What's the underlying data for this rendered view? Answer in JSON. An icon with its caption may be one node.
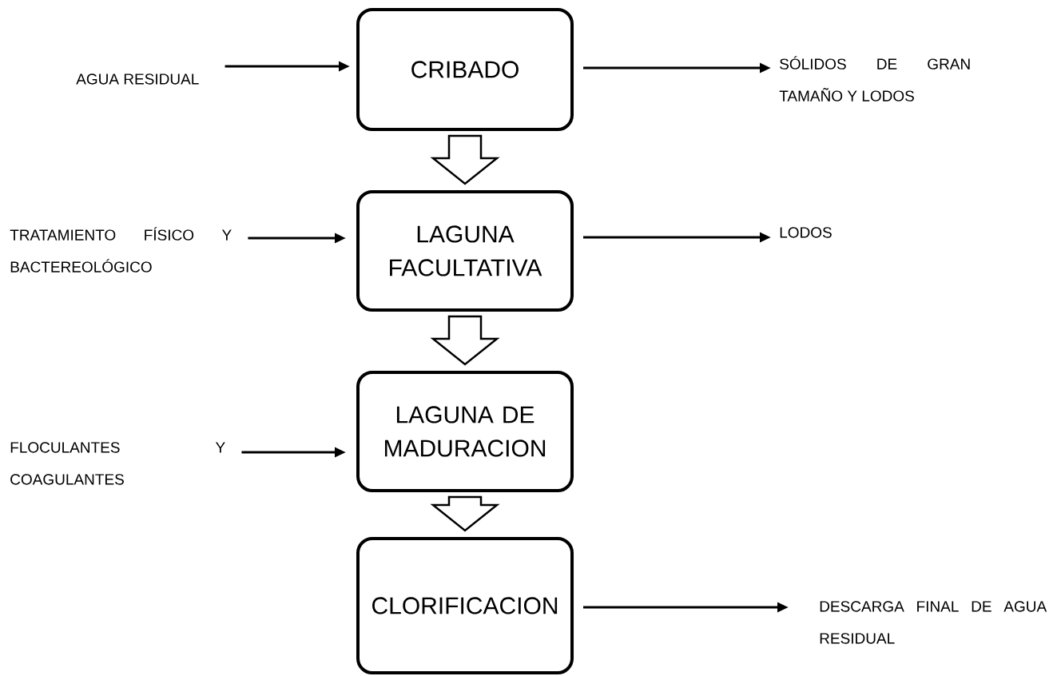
{
  "diagram": {
    "nodes": [
      {
        "text": [
          "AGUA RESIDUAL"
        ]
      },
      {
        "text": [
          "CRIBADO"
        ]
      },
      {
        "text": [
          "SÓLIDOS DE GRAN TAMAÑO Y LODOS"
        ]
      },
      {
        "text": [
          "TRATAMIENTO FÍSICO Y BACTEREOLÓGICO"
        ]
      },
      {
        "text": [
          "LAGUNA FACULTATIVA"
        ]
      },
      {
        "text": [
          "LODOS"
        ]
      },
      {
        "text": [
          "FLOCULANTES Y COAGULANTES"
        ]
      },
      {
        "text": [
          "LAGUNA DE MADURACION"
        ]
      },
      {
        "text": [
          "CLORIFICACION"
        ]
      },
      {
        "text": [
          "DESCARGA FINAL DE AGUA RESIDUAL"
        ]
      }
    ],
    "edges": [
      {
        "from": 0,
        "to": 1,
        "arrow": "to"
      },
      {
        "from": 1,
        "to": 2,
        "arrow": "to"
      },
      {
        "from": 1,
        "to": 4,
        "arrow": "to",
        "style": "thick"
      },
      {
        "from": 3,
        "to": 4,
        "arrow": "to"
      },
      {
        "from": 4,
        "to": 5,
        "arrow": "to"
      },
      {
        "from": 4,
        "to": 7,
        "arrow": "to",
        "style": "thick"
      },
      {
        "from": 6,
        "to": 7,
        "arrow": "to"
      },
      {
        "from": 7,
        "to": 8,
        "arrow": "to",
        "style": "thick"
      },
      {
        "from": 8,
        "to": 9,
        "arrow": "to"
      }
    ]
  }
}
